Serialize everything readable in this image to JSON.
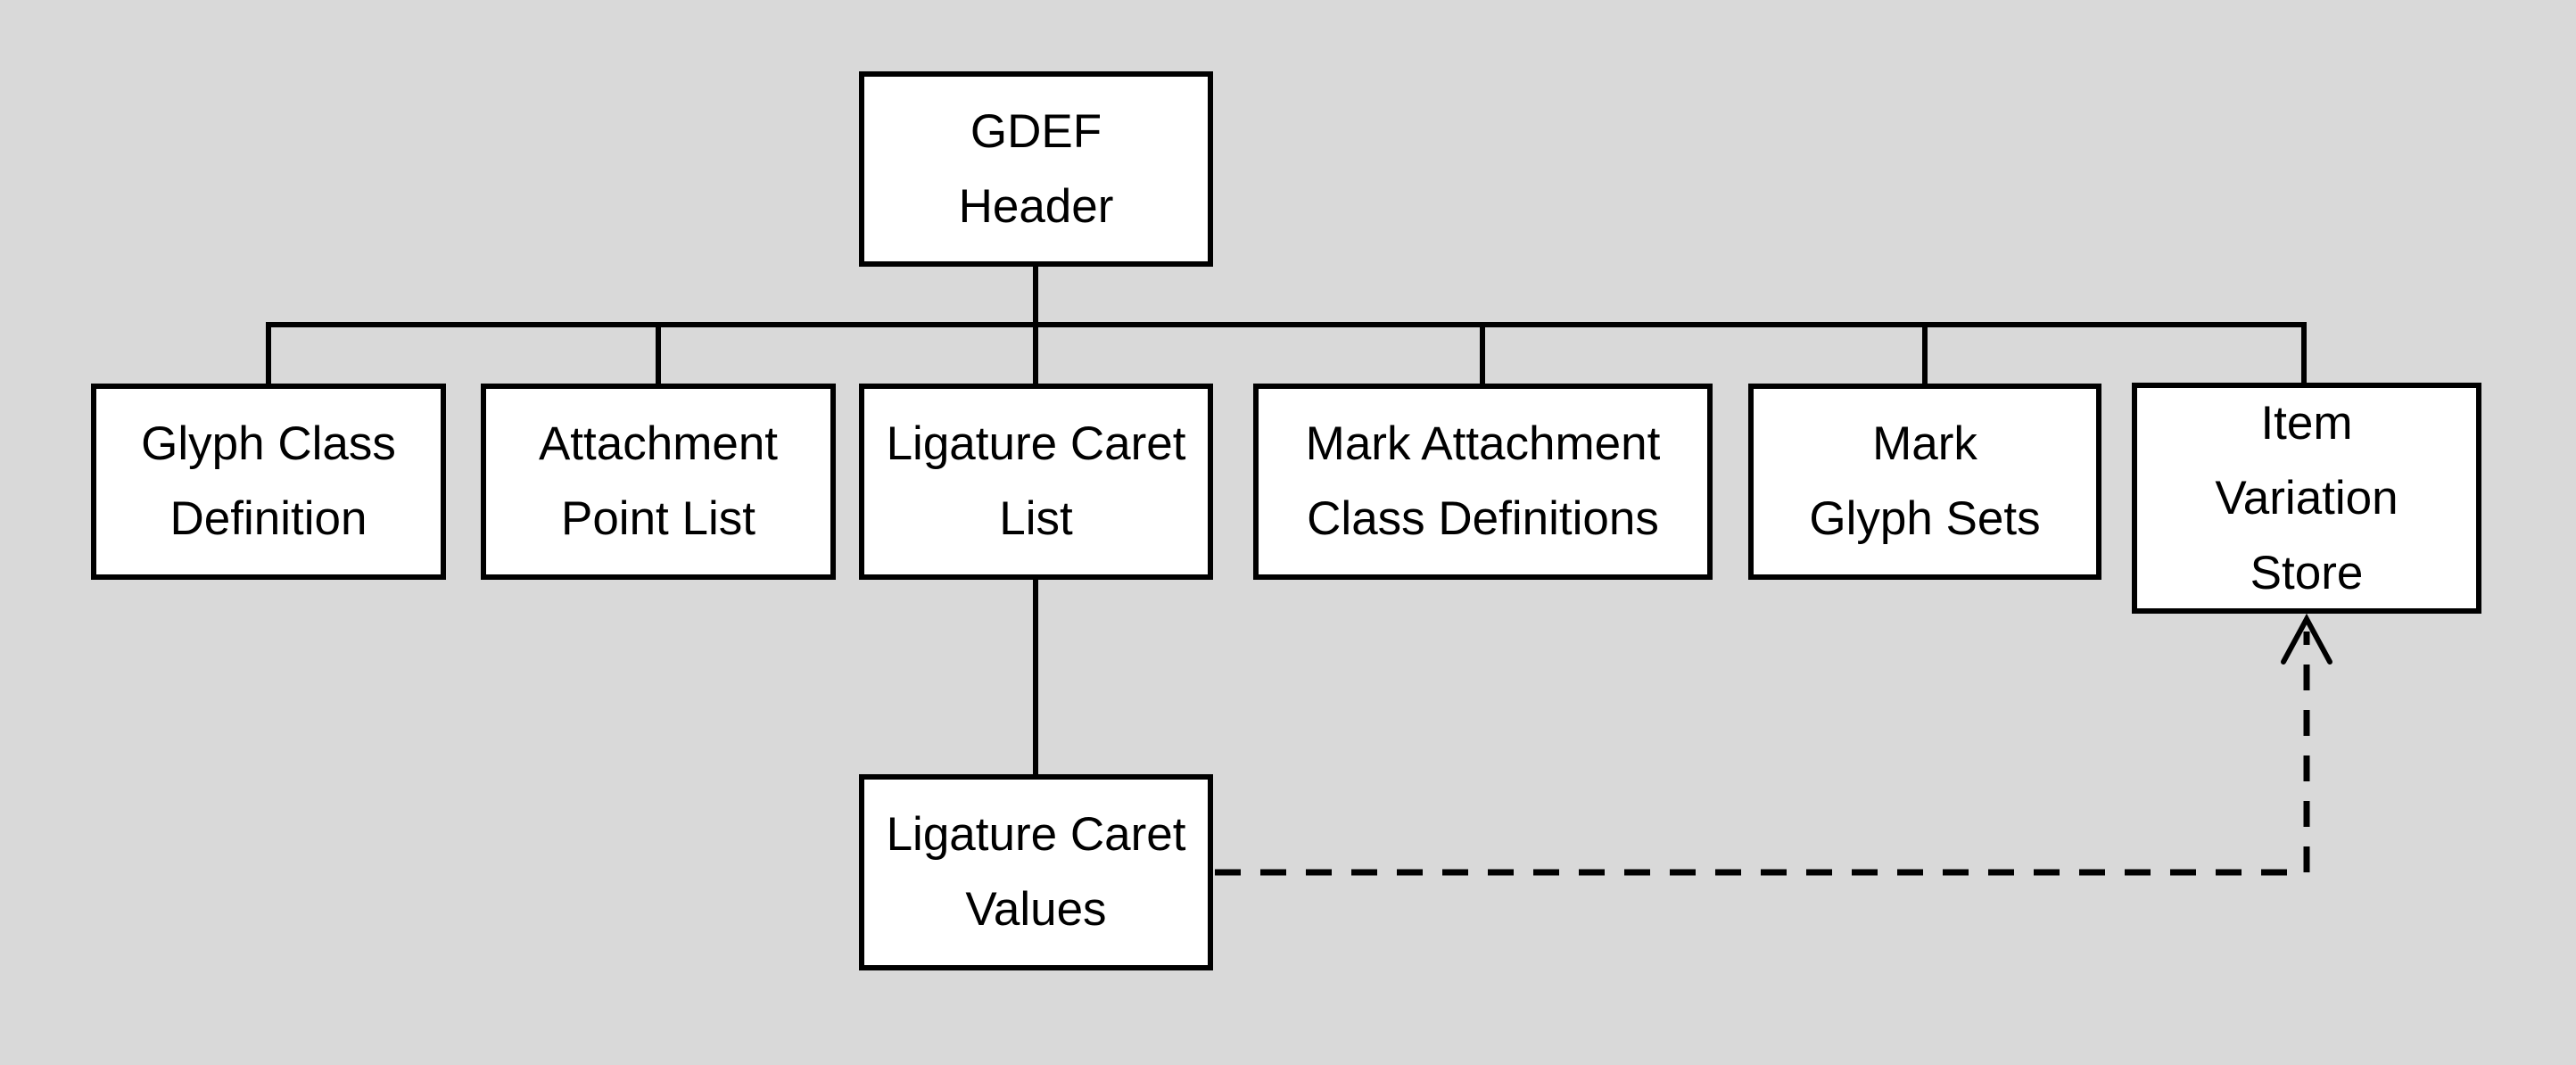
{
  "colors": {
    "background": "#d9d9d9",
    "box_fill": "#ffffff",
    "box_border": "#000000",
    "connector": "#000000"
  },
  "nodes": {
    "gdef_header": {
      "label": "GDEF\nHeader"
    },
    "glyph_class_definition": {
      "label": "Glyph Class\nDefinition"
    },
    "attachment_point_list": {
      "label": "Attachment\nPoint List"
    },
    "ligature_caret_list": {
      "label": "Ligature Caret\nList"
    },
    "mark_attachment_class_definitions": {
      "label": "Mark Attachment\nClass Definitions"
    },
    "mark_glyph_sets": {
      "label": "Mark\nGlyph Sets"
    },
    "item_variation_store": {
      "label": "Item\nVariation\nStore"
    },
    "ligature_caret_values": {
      "label": "Ligature Caret\nValues"
    }
  },
  "edges": [
    {
      "from": "GDEF Header",
      "to": "Glyph Class Definition",
      "style": "solid"
    },
    {
      "from": "GDEF Header",
      "to": "Attachment Point List",
      "style": "solid"
    },
    {
      "from": "GDEF Header",
      "to": "Ligature Caret List",
      "style": "solid"
    },
    {
      "from": "GDEF Header",
      "to": "Mark Attachment Class Definitions",
      "style": "solid"
    },
    {
      "from": "GDEF Header",
      "to": "Mark Glyph Sets",
      "style": "solid"
    },
    {
      "from": "GDEF Header",
      "to": "Item Variation Store",
      "style": "solid"
    },
    {
      "from": "Ligature Caret List",
      "to": "Ligature Caret Values",
      "style": "solid"
    },
    {
      "from": "Ligature Caret Values",
      "to": "Item Variation Store",
      "style": "dashed-open-arrow"
    }
  ]
}
